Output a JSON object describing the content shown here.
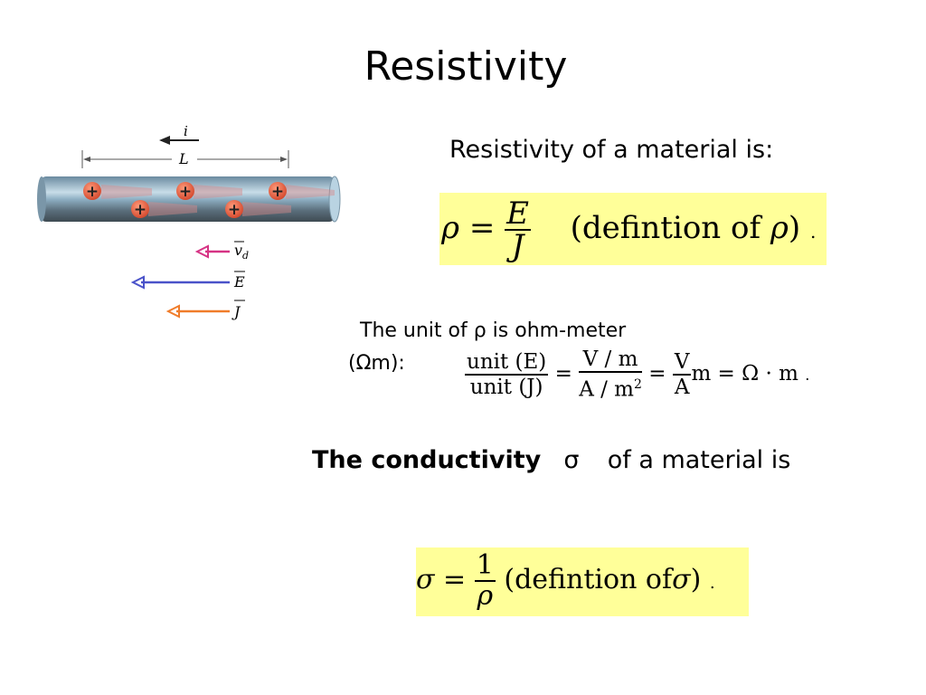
{
  "slide": {
    "title": "Resistivity",
    "resistivity_intro": "Resistivity of a material is:",
    "unit_line1": "The unit of ρ is ohm-meter",
    "unit_line2": "(Ωm):",
    "conductivity_bold": "The conductivity",
    "conductivity_symbol": "σ",
    "conductivity_rest": "of a material is"
  },
  "diagram": {
    "current_label": "i",
    "length_label": "L",
    "drift_label": "v",
    "drift_sub": "d",
    "field_label": "E",
    "current_density_label": "J",
    "charge_sign": "+",
    "colors": {
      "drift_arrow": "#d63384",
      "field_arrow": "#4a52c9",
      "current_density_arrow": "#f07c2a",
      "charge": "#e05a3a",
      "wire": "#9ab8cc"
    }
  },
  "equations": {
    "rho": {
      "lhs": "ρ",
      "equals": "=",
      "numerator": "E",
      "denominator": "J",
      "note": "(defintion of",
      "note_symbol": "ρ",
      "note_close": ")",
      "period": "."
    },
    "units": {
      "num_left": "unit (E)",
      "den_left": "unit (J)",
      "equals": "=",
      "num_mid": "V / m",
      "den_mid": "A / m",
      "den_mid_sup": "2",
      "num_right": "V",
      "den_right": "A",
      "tail": "m = Ω · m",
      "period": "."
    },
    "sigma": {
      "lhs": "σ",
      "equals": "=",
      "numerator": "1",
      "denominator": "ρ",
      "note": "(defintion of",
      "note_symbol": "σ",
      "note_close": ")",
      "period": "."
    },
    "highlight_color": "#ffff99"
  }
}
